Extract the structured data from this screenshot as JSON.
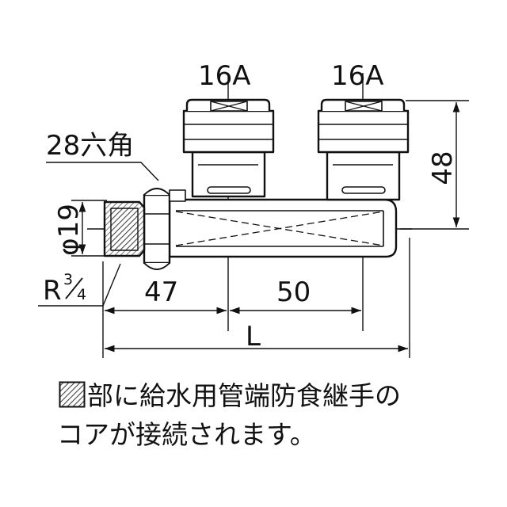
{
  "labels": {
    "port_left": "16A",
    "port_right": "16A",
    "hex": "28六角",
    "height": "48",
    "diameter": "φ19",
    "thread_prefix": "R",
    "thread_fraction": "3/4",
    "dim_47": "47",
    "dim_50": "50",
    "dim_L": "L"
  },
  "note": {
    "line1": "部に給水用管端防食継手の",
    "line2": "コアが接続されます。"
  }
}
